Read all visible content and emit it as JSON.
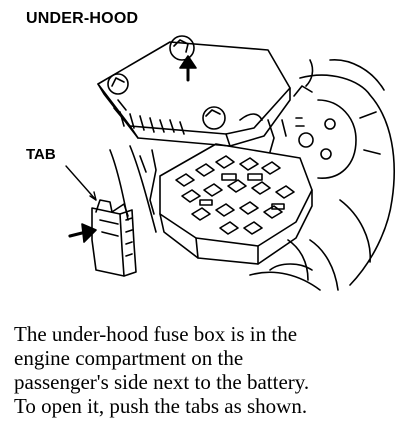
{
  "figure": {
    "heading": "UNDER-HOOD",
    "tab_label": "TAB"
  },
  "caption": {
    "lines": [
      "The under-hood fuse box is in the",
      "engine compartment on the",
      "passenger's side next to the battery.",
      "To open it, push the tabs as shown."
    ]
  },
  "colors": {
    "ink": "#000000",
    "paper": "#ffffff"
  }
}
